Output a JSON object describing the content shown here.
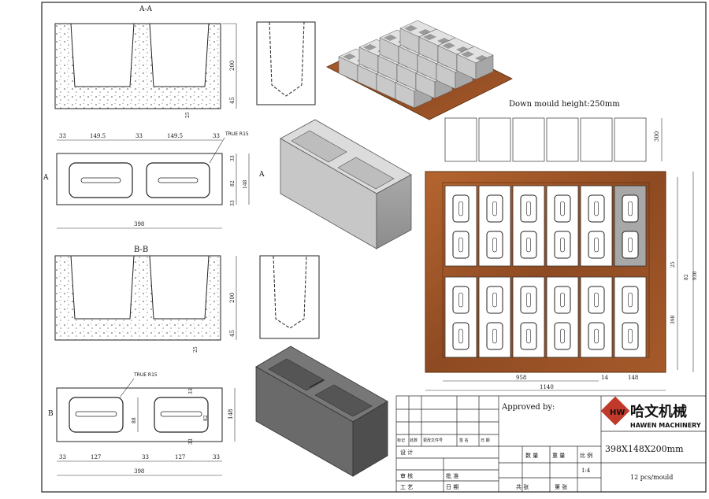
{
  "views": {
    "aa_title": "A-A",
    "bb_title": "B-B",
    "section_marks": {
      "a": "A",
      "b": "B"
    }
  },
  "top_plan": {
    "dims": [
      "33",
      "149.5",
      "33",
      "149.5",
      "33",
      "398"
    ],
    "right_dims": [
      "33",
      "82",
      "33",
      "148"
    ],
    "callout": "TRUE R15"
  },
  "aa_dims": {
    "height": "200",
    "bottom": "45",
    "gap": "25"
  },
  "bb_dims": {
    "height": "200",
    "bottom": "45",
    "gap": "25"
  },
  "bottom_plan": {
    "dims": [
      "33",
      "127",
      "33",
      "127",
      "33",
      "398"
    ],
    "right_dims": [
      "33",
      "82",
      "33",
      "148"
    ],
    "mid_dim": "88",
    "callout": "TRUE R15"
  },
  "mould": {
    "note": "Down mould height:250mm",
    "height_dim": "300",
    "right_dims": [
      "25",
      "82",
      "398",
      "930"
    ],
    "bottom_dims": [
      "958",
      "14",
      "148",
      "1140"
    ]
  },
  "title_block": {
    "approved": "Approved by:",
    "company_cn": "哈文机械",
    "company_en": "HAWEN MACHINERY",
    "spec": "398X148X200mm",
    "count": "12 pcs/mould",
    "scale": "1:4",
    "rev_headers": [
      "标记",
      "处数",
      "更改文件号",
      "签 名",
      "日 期"
    ],
    "design": "设 计",
    "qty": "数 量",
    "weight": "重 量",
    "ratio": "比 例",
    "review": "审 核",
    "approve": "批 准",
    "process": "工 艺",
    "date": "日 期",
    "total": "共  张",
    "page": "第  张"
  },
  "colors": {
    "pallet": "#a0522d",
    "block_light": "#d9d9d9",
    "block_dark": "#6e6e6e",
    "cavity": "#f4f4f4",
    "logo_red": "#c0392b"
  }
}
